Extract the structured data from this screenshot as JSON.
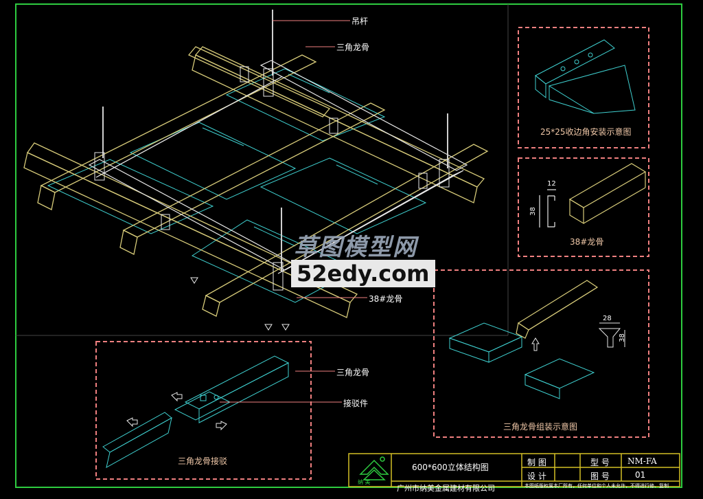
{
  "labels": {
    "hanger": "吊杆",
    "triangle_keel_top": "三角龙骨",
    "keel38_main": "38#龙骨",
    "triangle_keel_splice": "三角龙骨",
    "connector": "接驳件"
  },
  "captions": {
    "corner": "25*25收边角安装示意图",
    "keel38": "38#龙骨",
    "assembly": "三角龙骨组装示意图",
    "splice": "三角龙骨接驳"
  },
  "dimensions": {
    "keel38_width": "12",
    "keel38_height": "38",
    "tri_width": "28",
    "tri_height": "38"
  },
  "watermark": {
    "line1": "草图模型网",
    "line2": "52edy.com"
  },
  "title_block": {
    "drawing_title": "600*600立体结构图",
    "company": "广州市纳美金属建材有限公司",
    "logo_text": "纳 美",
    "drawn_label": "制 图",
    "design_label": "设 计",
    "model_label": "型 号",
    "model_value": "NM-FA",
    "drawing_no_label": "图 号",
    "drawing_no_value": "01",
    "copyright_note": "本图纸版权属本厂所有，任何单位和个人未允许，不得进行修、复制"
  },
  "colors": {
    "frame": "#2ecc40",
    "title_block": "#d4c026",
    "dashed_box": "#f08080",
    "cyan_lines": "#3fd0d0",
    "yellow_lines": "#d8cc7a",
    "white_lines": "#e8e8e8"
  }
}
